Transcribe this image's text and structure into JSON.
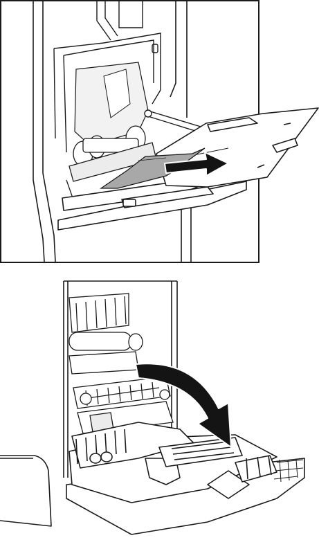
{
  "figures": [
    {
      "subject": "printer-multipurpose-tray-paper-jam",
      "action": "remove-jammed-paper",
      "arrow_direction": "right",
      "has_border": true
    },
    {
      "subject": "printer-right-door-fuser-area",
      "action": "open-right-door",
      "arrow_direction": "down-right",
      "has_border": false
    }
  ],
  "colors": {
    "line": "#1a1a1a",
    "paper_jam": "#a8a8a8",
    "arrow": "#141414",
    "background": "#ffffff",
    "shade": "#d9d9d9"
  }
}
